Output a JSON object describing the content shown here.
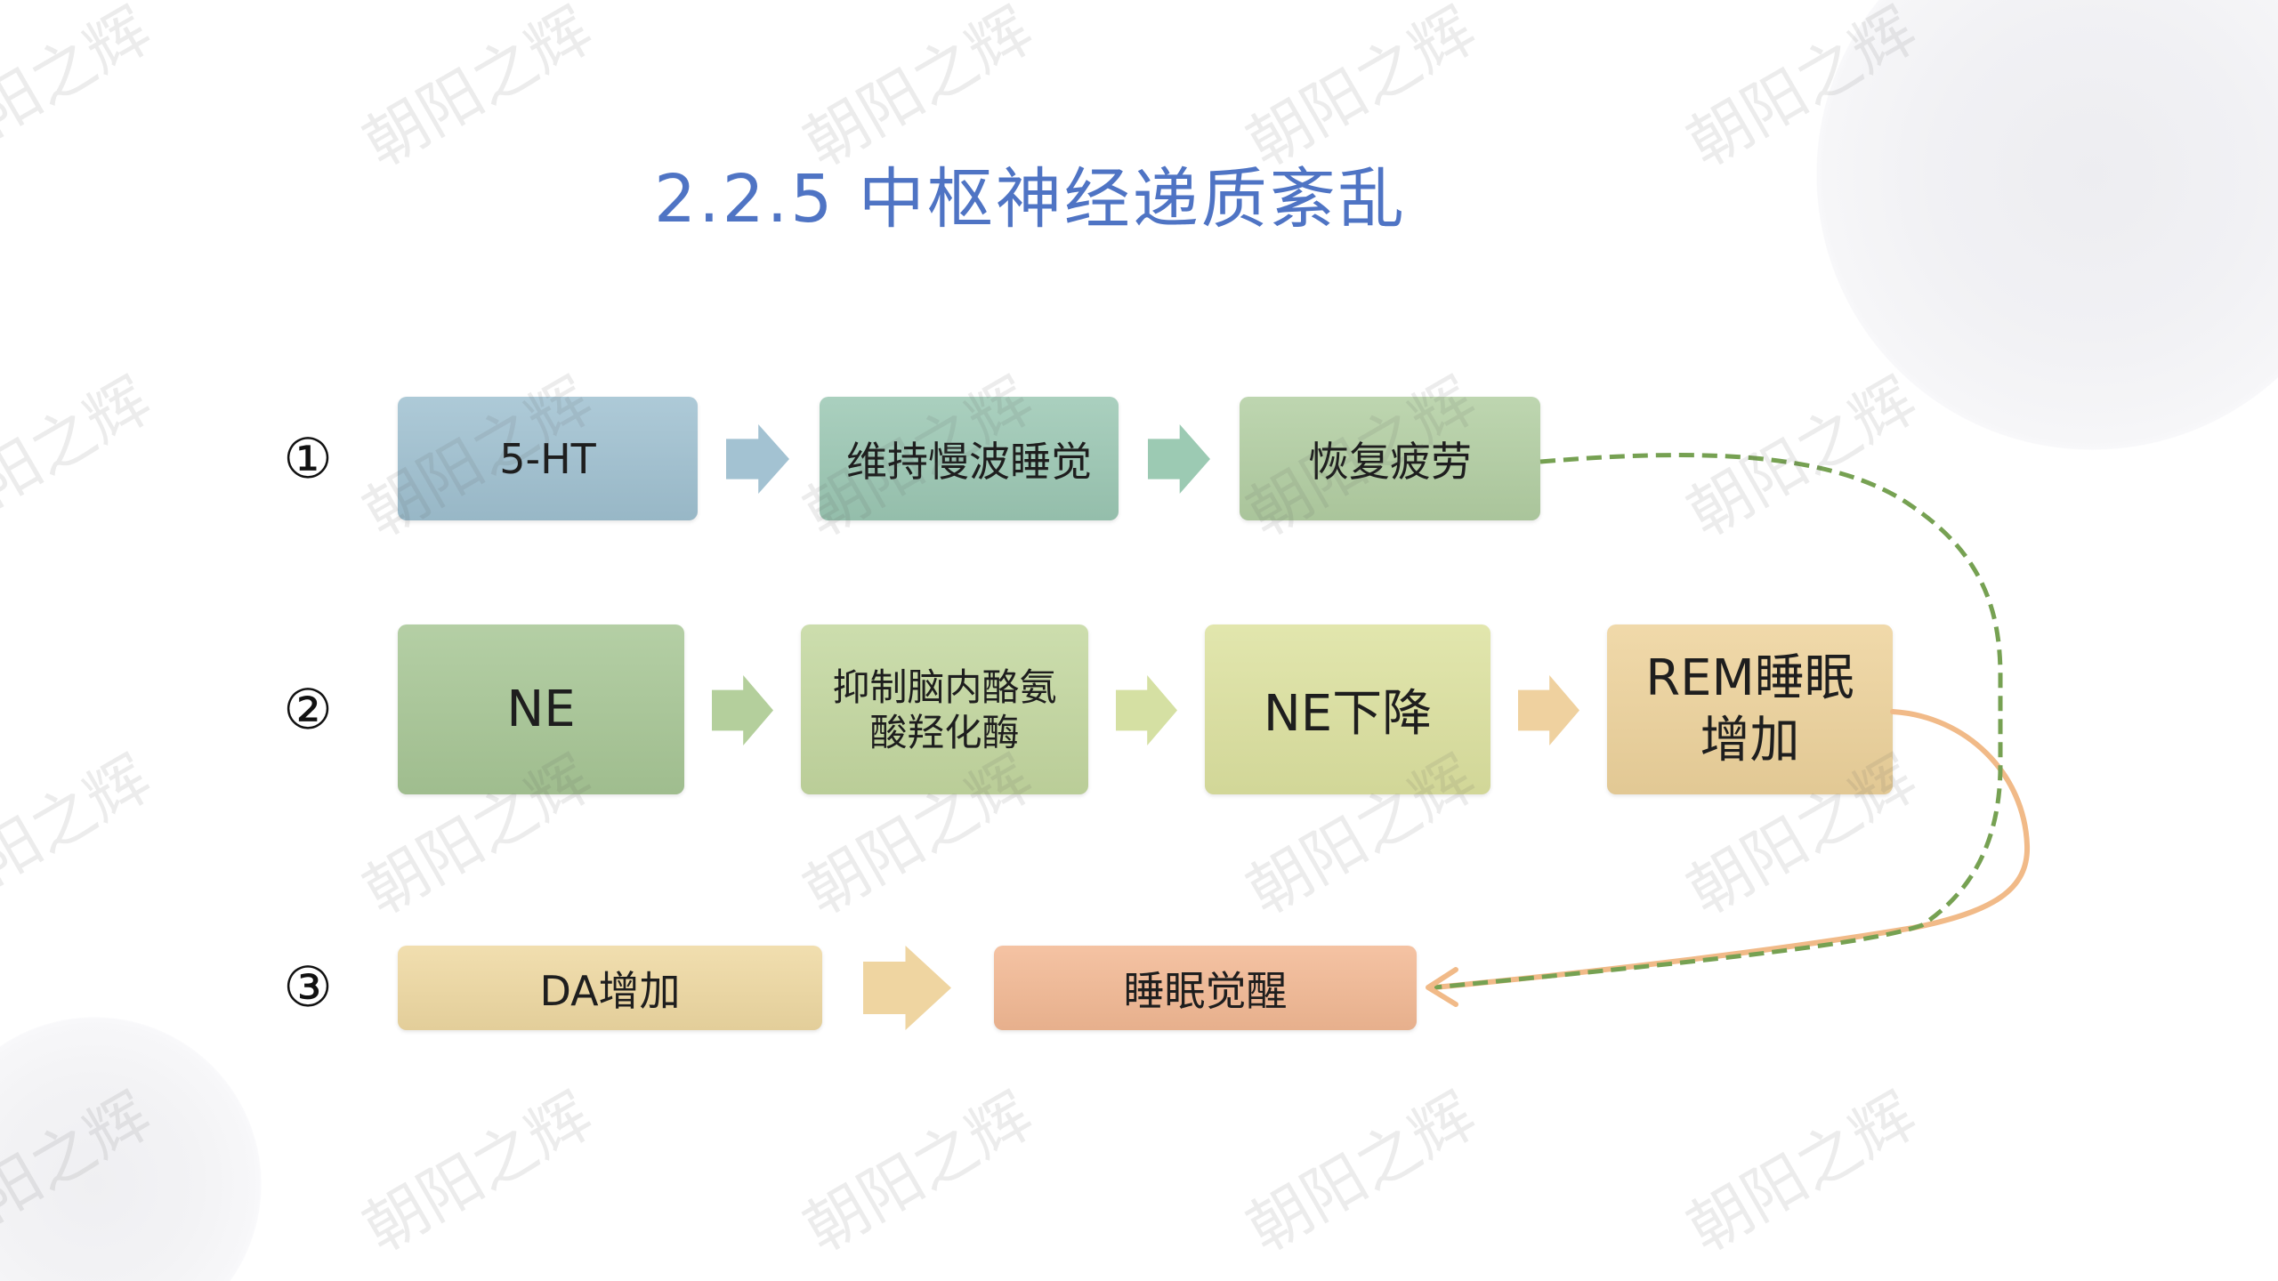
{
  "title": "2.2.5 中枢神经递质紊乱",
  "watermark": "朝阳之辉",
  "rows": [
    {
      "marker": "①",
      "boxes": [
        {
          "lines": [
            "5-HT"
          ],
          "color": "#a0c1d1"
        },
        {
          "lines": [
            "维持慢波睡觉"
          ],
          "color": "#9cc8b4"
        },
        {
          "lines": [
            "恢复疲劳"
          ],
          "color": "#b3cfa3"
        }
      ],
      "arrows": [
        {
          "icon": "arrow-right-icon",
          "color": "#a3c2d2"
        },
        {
          "icon": "arrow-right-icon",
          "color": "#9ccab3"
        }
      ]
    },
    {
      "marker": "②",
      "boxes": [
        {
          "lines": [
            "NE"
          ],
          "color": "#a8c796"
        },
        {
          "lines": [
            "抑制脑内酪氨",
            "酸羟化酶"
          ],
          "color": "#c4d8a0"
        },
        {
          "lines": [
            "NE下降"
          ],
          "color": "#dde2a0"
        },
        {
          "lines": [
            "REM睡眠",
            "增加"
          ],
          "color": "#eed39c"
        }
      ],
      "arrows": [
        {
          "icon": "arrow-right-icon",
          "color": "#b4cf9c"
        },
        {
          "icon": "arrow-right-icon",
          "color": "#d5e0a3"
        },
        {
          "icon": "arrow-right-icon",
          "color": "#efd19f"
        }
      ]
    },
    {
      "marker": "③",
      "boxes": [
        {
          "lines": [
            "DA增加"
          ],
          "color": "#efd9a2"
        },
        {
          "lines": [
            "睡眠觉醒"
          ],
          "color": "#f3b994"
        }
      ],
      "arrows": [
        {
          "icon": "arrow-right-icon",
          "color": "#efd5a1"
        }
      ]
    }
  ],
  "connectors": [
    {
      "color": "#76a152",
      "dashed": true
    },
    {
      "color": "#f1ba88",
      "dashed": false
    }
  ],
  "colors": {
    "title": "#4f74c4",
    "text": "#1e1e1e",
    "watermark": "#5a5a5a"
  }
}
